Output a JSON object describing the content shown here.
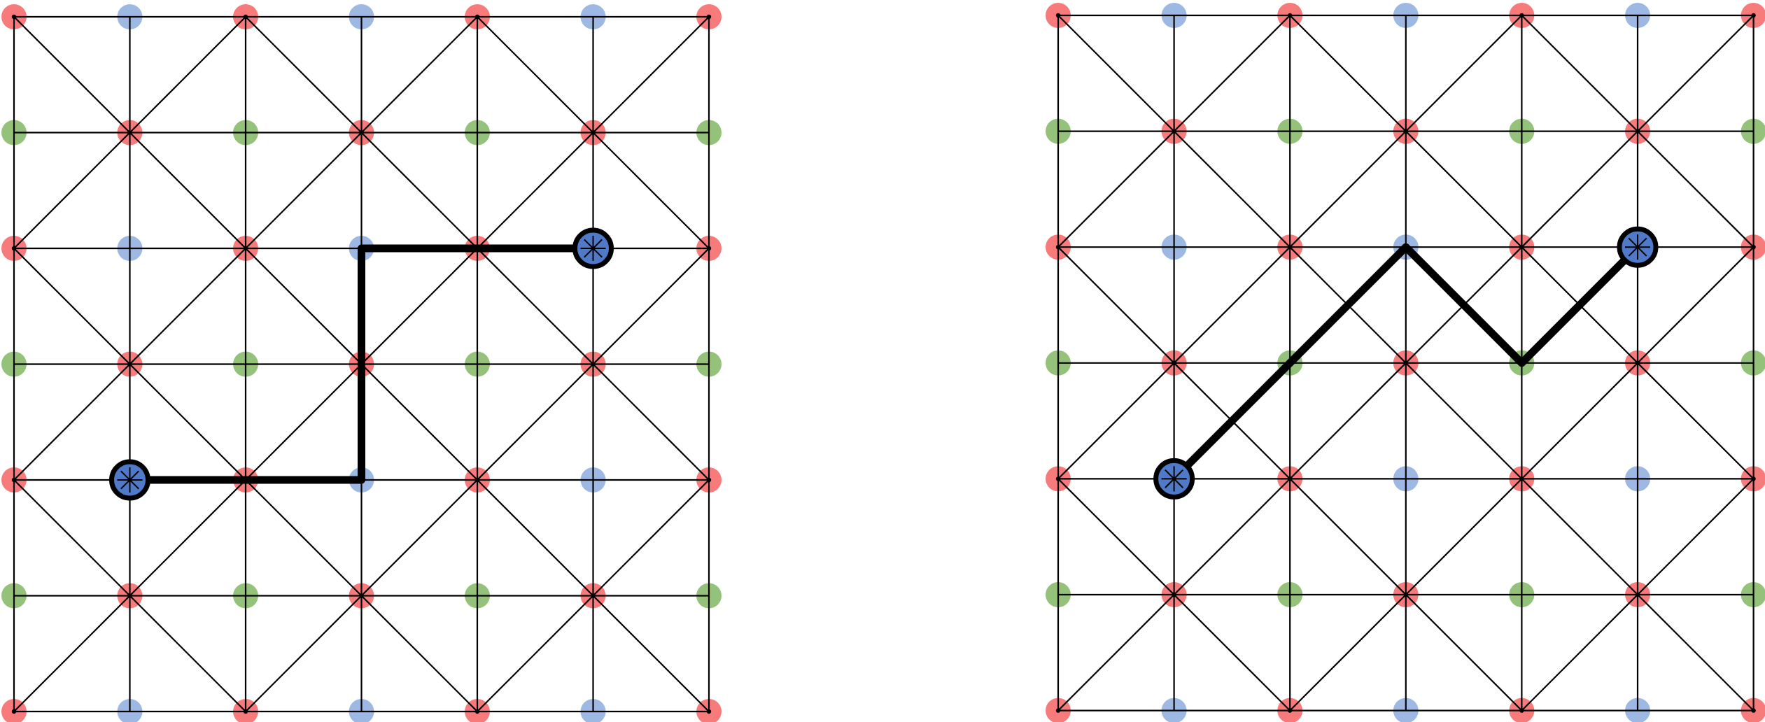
{
  "colors": {
    "background": "#ffffff",
    "edge": "#000000",
    "red_node": "#f77b7b",
    "blue_node": "#9db8e3",
    "green_node": "#95c27a",
    "highlight_fill": "#4f79c9",
    "highlight_ring": "#000000",
    "path": "#000000"
  },
  "panels": [
    {
      "name": "left-lattice",
      "grid_size": 7,
      "node_pattern": [
        [
          "red",
          "blue",
          "red",
          "blue",
          "red",
          "blue",
          "red"
        ],
        [
          "green",
          "red",
          "green",
          "red",
          "green",
          "red",
          "green"
        ],
        [
          "red",
          "blue",
          "red",
          "blue",
          "red",
          "blue",
          "red"
        ],
        [
          "green",
          "red",
          "green",
          "red",
          "green",
          "red",
          "green"
        ],
        [
          "red",
          "blue",
          "red",
          "blue",
          "red",
          "blue",
          "red"
        ],
        [
          "green",
          "red",
          "green",
          "red",
          "green",
          "red",
          "green"
        ],
        [
          "red",
          "blue",
          "red",
          "blue",
          "red",
          "blue",
          "red"
        ]
      ],
      "highlighted_nodes": [
        [
          1,
          4
        ],
        [
          5,
          2
        ]
      ],
      "path": [
        [
          1,
          4
        ],
        [
          3,
          4
        ],
        [
          3,
          2
        ],
        [
          5,
          2
        ]
      ]
    },
    {
      "name": "right-lattice",
      "grid_size": 7,
      "node_pattern": [
        [
          "red",
          "blue",
          "red",
          "blue",
          "red",
          "blue",
          "red"
        ],
        [
          "green",
          "red",
          "green",
          "red",
          "green",
          "red",
          "green"
        ],
        [
          "red",
          "blue",
          "red",
          "blue",
          "red",
          "blue",
          "red"
        ],
        [
          "green",
          "red",
          "green",
          "red",
          "green",
          "red",
          "green"
        ],
        [
          "red",
          "blue",
          "red",
          "blue",
          "red",
          "blue",
          "red"
        ],
        [
          "green",
          "red",
          "green",
          "red",
          "green",
          "red",
          "green"
        ],
        [
          "red",
          "blue",
          "red",
          "blue",
          "red",
          "blue",
          "red"
        ]
      ],
      "highlighted_nodes": [
        [
          1,
          4
        ],
        [
          5,
          2
        ]
      ],
      "path": [
        [
          1,
          4
        ],
        [
          2,
          3
        ],
        [
          3,
          2
        ],
        [
          4,
          3
        ],
        [
          5,
          2
        ]
      ]
    }
  ]
}
